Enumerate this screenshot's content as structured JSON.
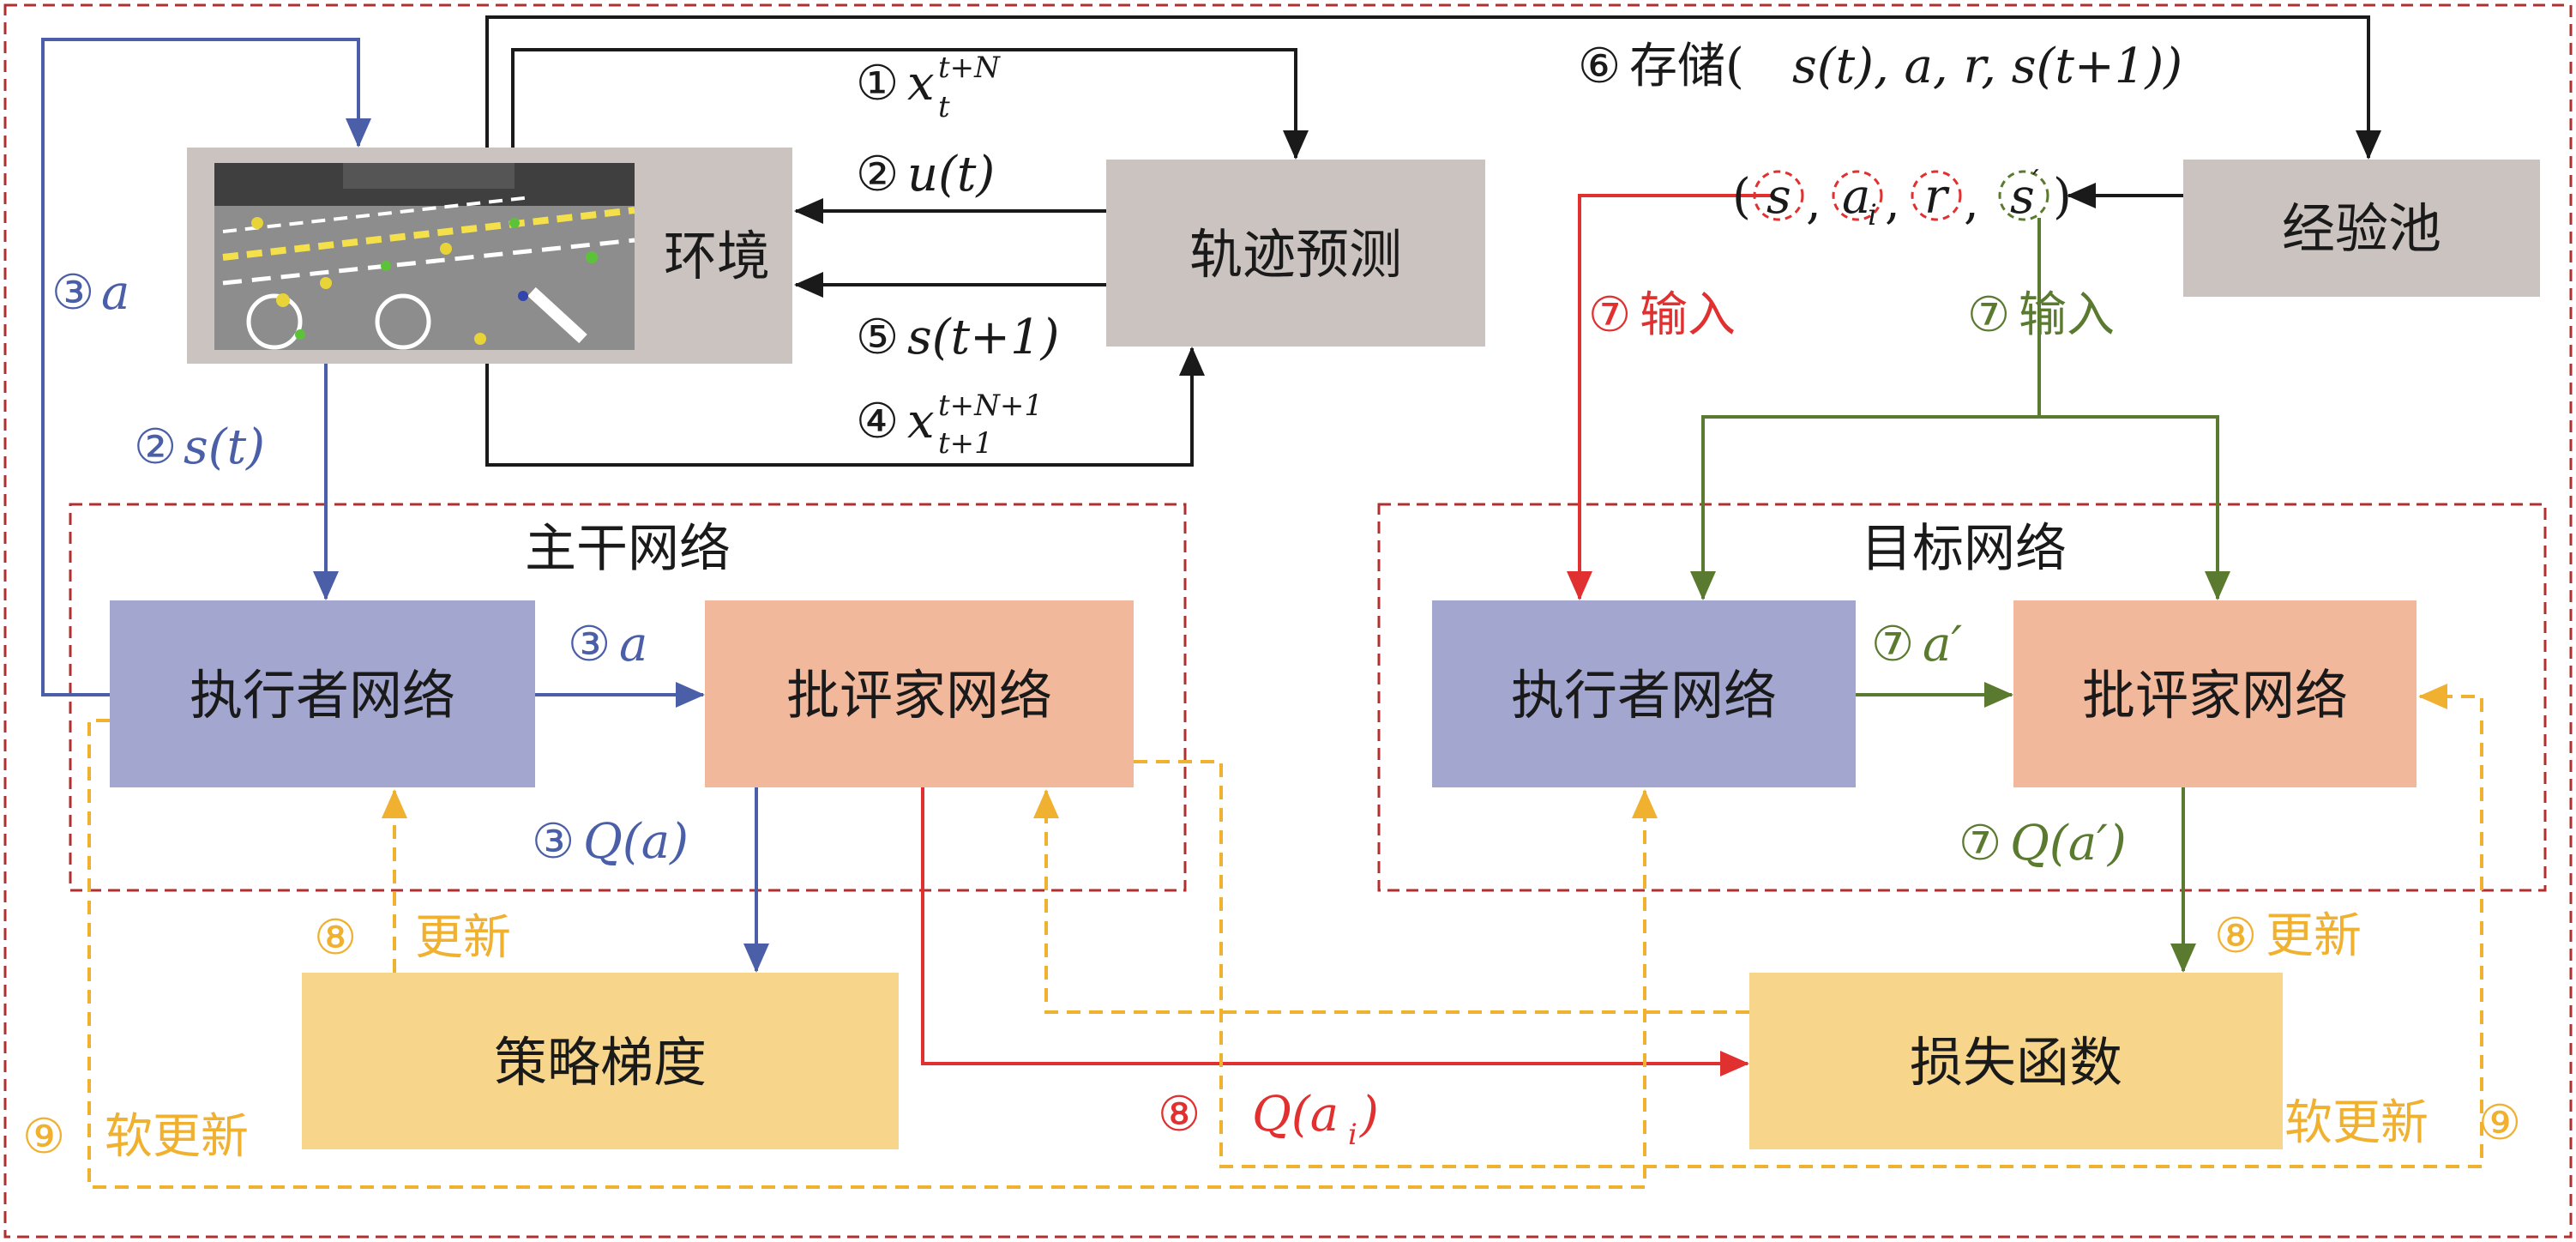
{
  "colors": {
    "black": "#1a1a1a",
    "blue": "#4a5fa8",
    "red": "#e03030",
    "green": "#5a7a30",
    "orange": "#f0b030",
    "border_red": "#b03030",
    "actor_fill": "#a3a6cf",
    "critic_fill": "#f2b89c",
    "gray_fill": "#cbc3c0",
    "yellow_fill": "#f7d68c"
  },
  "groups": {
    "main_network": "主干网络",
    "target_network": "目标网络"
  },
  "nodes": {
    "environment": "环境",
    "trajectory_prediction": "轨迹预测",
    "experience_pool": "经验池",
    "main_actor": "执行者网络",
    "main_critic": "批评家网络",
    "target_actor": "执行者网络",
    "target_critic": "批评家网络",
    "policy_gradient": "策略梯度",
    "loss_function": "损失函数"
  },
  "icons": {
    "environment_image": "intersection-scene-image"
  },
  "edges": {
    "e1": {
      "num": "①",
      "var": "x",
      "sup": "t+N",
      "sub": "t"
    },
    "e2": {
      "num": "②",
      "text": "u(t)"
    },
    "e5": {
      "num": "⑤",
      "text": "s(t+1)"
    },
    "e4": {
      "num": "④",
      "var": "x",
      "sup": "t+N+1",
      "sub": "t+1"
    },
    "e6": {
      "num": "⑥",
      "prefix": "存储(",
      "text": "s(t), a, r, s(t+1))"
    },
    "e3_left": {
      "num": "③",
      "text": "a"
    },
    "e2_state": {
      "num": "②",
      "text": "s(t)"
    },
    "e3_mid": {
      "num": "③",
      "text": "a"
    },
    "e3_q": {
      "num": "③",
      "text": "Q(a)"
    },
    "e8_update_left": {
      "num": "⑧",
      "text": "更新"
    },
    "e8_q_ai": {
      "num": "⑧",
      "q": "Q(a",
      "sub": "i",
      "close": ")"
    },
    "e9_soft_left": {
      "num": "⑨",
      "text": "软更新"
    },
    "e9_soft_right": {
      "num": "⑨",
      "text": "软更新"
    },
    "e7_input_red": {
      "num": "⑦",
      "text": "输入"
    },
    "e7_input_green": {
      "num": "⑦",
      "text": "输入"
    },
    "e7_a_prime": {
      "num": "⑦",
      "text": "a′"
    },
    "e7_q_a_prime": {
      "num": "⑦",
      "text": "Q(a′)"
    },
    "e8_update_right": {
      "num": "⑧",
      "text": "更新"
    }
  },
  "sample_tuple": {
    "open": "(",
    "items": [
      {
        "text": "s",
        "sub": "",
        "color": "red"
      },
      {
        "text": "a",
        "sub": "i",
        "color": "red"
      },
      {
        "text": "r",
        "sub": "",
        "color": "red"
      },
      {
        "text": "s",
        "sub": "′",
        "color": "green"
      }
    ],
    "sep": ",",
    "close": ")"
  }
}
